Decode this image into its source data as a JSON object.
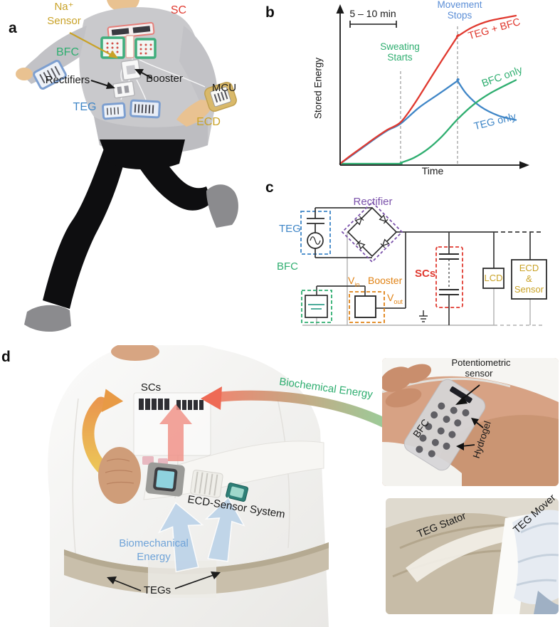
{
  "panels": {
    "a": "a",
    "b": "b",
    "c": "c",
    "d": "d"
  },
  "colors": {
    "red": "#e03a30",
    "green": "#2fae70",
    "blue": "#3f86c7",
    "gold": "#c9a227",
    "purple": "#7b52ab",
    "orange": "#e08214",
    "dark": "#2b2b2b",
    "wire_gray": "#b0b0b0",
    "light_blue": "#6fa3d8",
    "teal": "#33a08c",
    "annot_blue": "#5b8ed6"
  },
  "panel_a": {
    "labels": {
      "na_line1": "Na⁺",
      "na_line2": "Sensor",
      "sc": "SC",
      "bfc": "BFC",
      "rectifiers": "Rectifiers",
      "booster": "Booster",
      "mcu": "MCU",
      "teg": "TEG",
      "ecd": "ECD"
    }
  },
  "chart_data": {
    "type": "line",
    "title": "",
    "xlabel": "Time",
    "ylabel": "Stored Energy",
    "scale_bar_label": "5 – 10 min",
    "xlim": [
      0,
      1
    ],
    "ylim": [
      0,
      1
    ],
    "grid": false,
    "legend_position": "on-curve",
    "annotations": [
      {
        "lines": [
          "Sweating",
          "Starts"
        ],
        "color": "#2fae70",
        "x": 0.344,
        "top": 0.64
      },
      {
        "lines": [
          "Movement",
          "Stops"
        ],
        "color": "#5b8ed6",
        "x": 0.668,
        "top": 0.93
      }
    ],
    "series": [
      {
        "name": "TEG + BFC",
        "color": "#e0392f",
        "x": [
          0,
          0.06,
          0.13,
          0.2,
          0.27,
          0.344,
          0.42,
          0.5,
          0.58,
          0.668,
          0.668,
          0.75,
          0.85,
          1.0
        ],
        "y": [
          0,
          0.055,
          0.115,
          0.175,
          0.23,
          0.28,
          0.4,
          0.55,
          0.7,
          0.86,
          0.86,
          0.92,
          0.965,
          1.0
        ]
      },
      {
        "name": "BFC only",
        "color": "#2fae70",
        "x": [
          0,
          0.1,
          0.22,
          0.344,
          0.344,
          0.42,
          0.5,
          0.58,
          0.668,
          0.76,
          0.86,
          1.0
        ],
        "y": [
          0,
          0,
          0,
          0,
          0.005,
          0.04,
          0.1,
          0.185,
          0.3,
          0.4,
          0.48,
          0.565
        ]
      },
      {
        "name": "TEG only",
        "color": "#3f86c7",
        "x": [
          0,
          0.06,
          0.13,
          0.2,
          0.27,
          0.344,
          0.45,
          0.56,
          0.668,
          0.668,
          0.72,
          0.8,
          0.9,
          1.0
        ],
        "y": [
          0,
          0.05,
          0.11,
          0.17,
          0.225,
          0.27,
          0.38,
          0.47,
          0.56,
          0.56,
          0.47,
          0.385,
          0.325,
          0.295
        ]
      }
    ]
  },
  "panel_c": {
    "labels": {
      "rectifier": "Rectifier",
      "teg": "TEG",
      "bfc": "BFC",
      "v": "V",
      "vin_sub": "in",
      "vout_sub": "out",
      "booster": "Booster",
      "scs": "SCs",
      "lcd": "LCD",
      "ecd1": "ECD",
      "ecd2": "&",
      "ecd3": "Sensor"
    }
  },
  "panel_d": {
    "labels": {
      "scs": "SCs",
      "biochemical": "Biochemical Energy",
      "biomech1": "Biomechanical",
      "biomech2": "Energy",
      "ecd_sensor": "ECD-Sensor System",
      "tegs": "TEGs",
      "potentio1": "Potentiometric",
      "potentio2": "sensor",
      "bfc": "BFC",
      "hydrogel": "Hydrogel",
      "teg_stator": "TEG Stator",
      "teg_mover": "TEG Mover"
    }
  }
}
